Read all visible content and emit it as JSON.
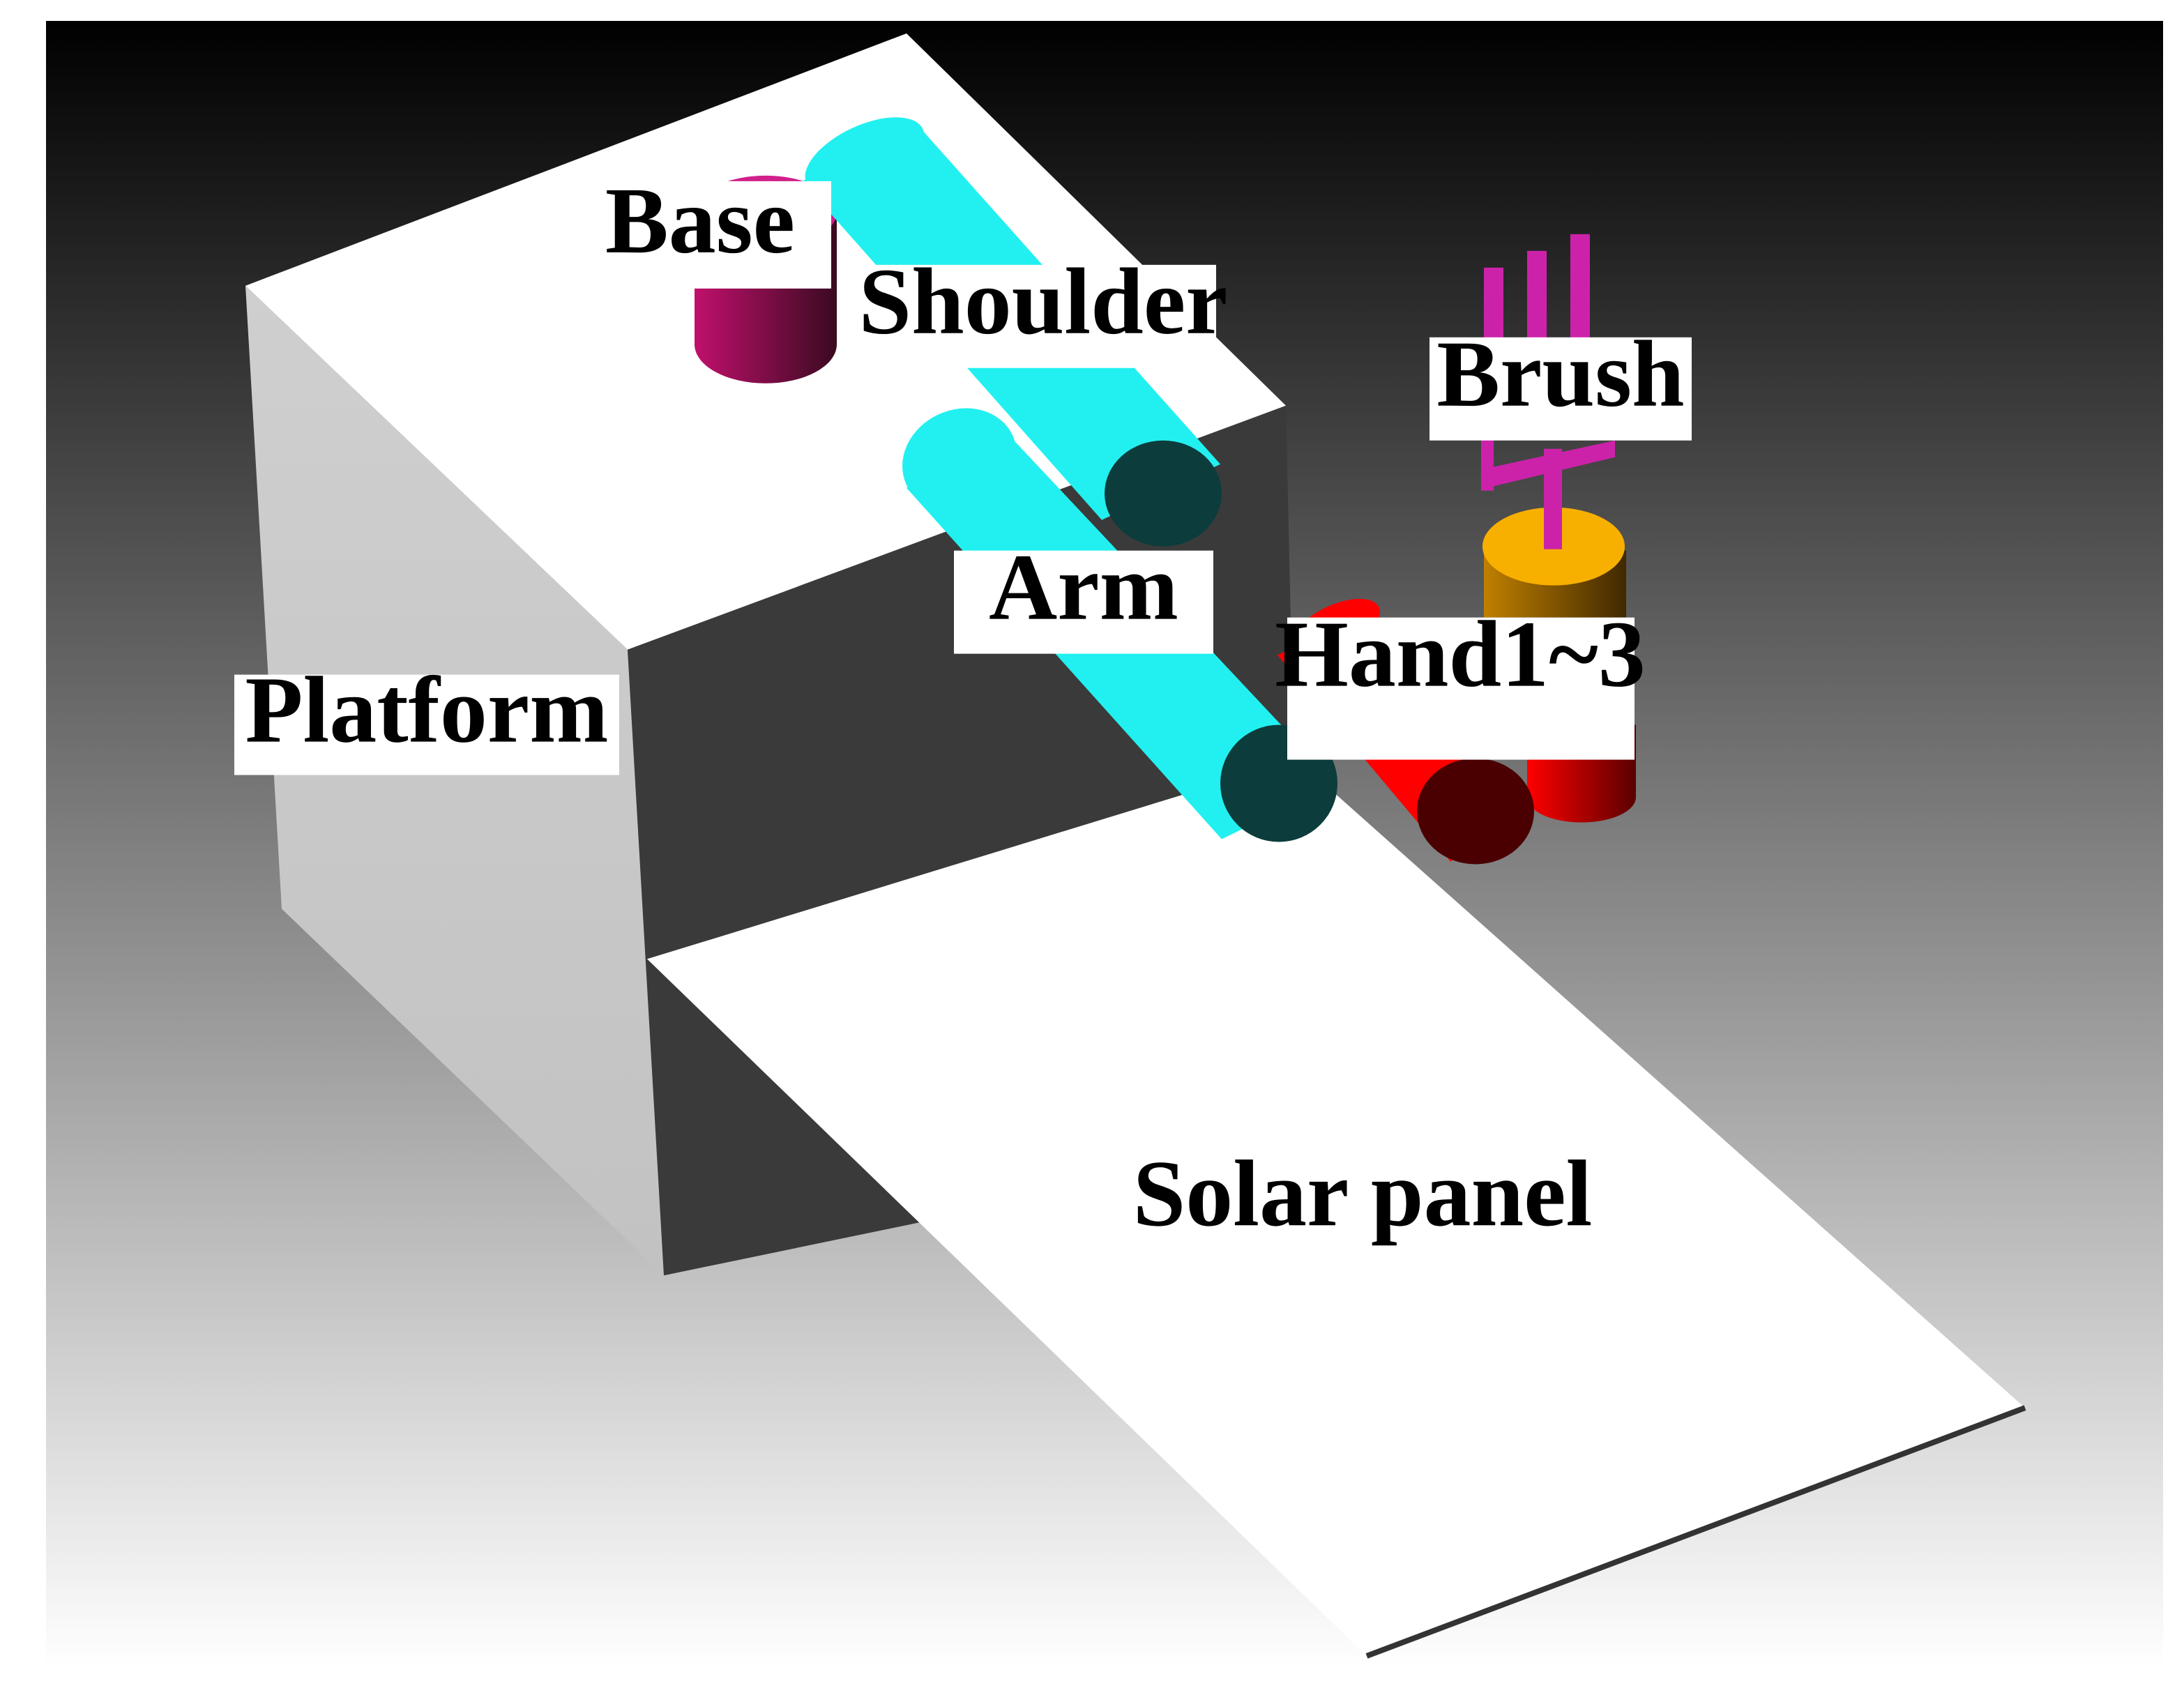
{
  "labels": {
    "base": "Base",
    "shoulder": "Shoulder",
    "brush": "Brush",
    "arm": "Arm",
    "hand": "Hand1~3",
    "platform": "Platform",
    "solar_panel": "Solar panel"
  },
  "colors": {
    "platform": "#ffffff",
    "platform_shadow": "#3a3a3a",
    "base": "#c0106c",
    "shoulder_arm": "#22f0f0",
    "cylinder_end": "#0c3c3c",
    "hand": "#ff0000",
    "hand_dark": "#4a0000",
    "brush": "#cc22aa",
    "brush_holder": "#f8b000",
    "background_top": "#000000",
    "background_bottom": "#ffffff"
  }
}
